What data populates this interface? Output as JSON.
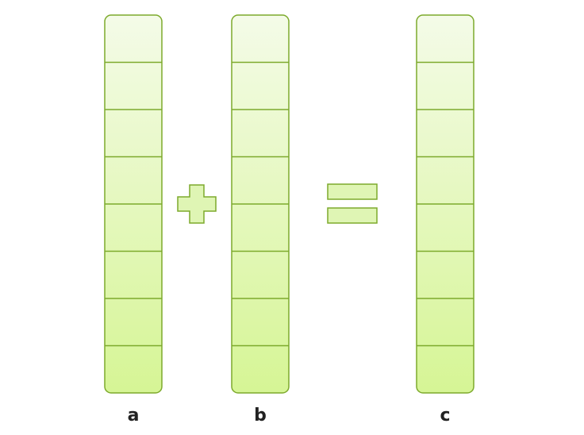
{
  "diagram": {
    "colors": {
      "cell_fill_top": "#f4fbe8",
      "cell_fill_bottom": "#d6f595",
      "outline": "#7daa2c",
      "symbol_fill": "#dff5b4"
    },
    "vectors": [
      {
        "label": "a",
        "cells": 8
      },
      {
        "label": "b",
        "cells": 8
      },
      {
        "label": "c",
        "cells": 8
      }
    ],
    "operators": [
      "plus",
      "equals"
    ]
  }
}
